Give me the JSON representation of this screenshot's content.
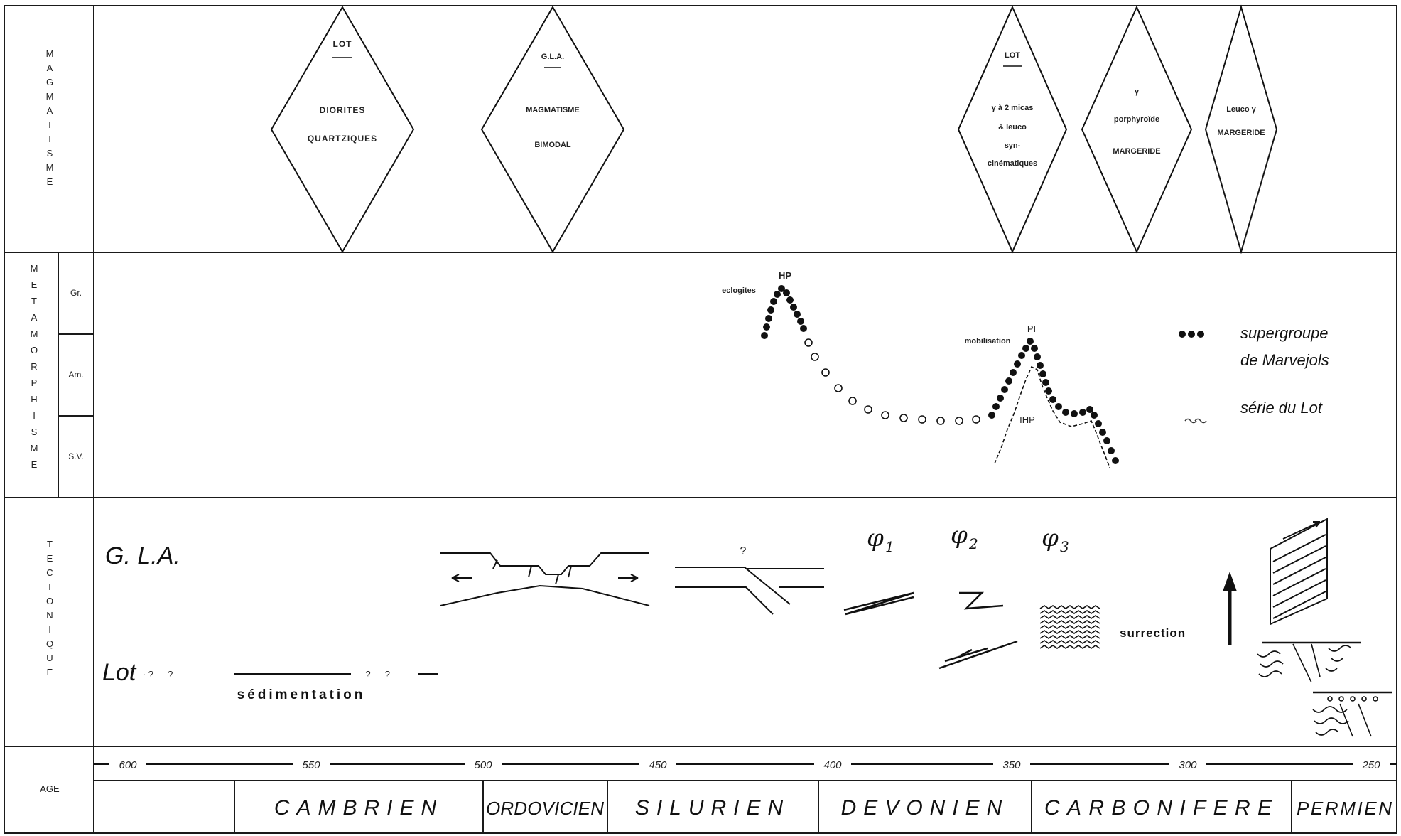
{
  "rows": {
    "magmatisme": "MAGMATISME",
    "metamorphisme": "METAMORPHISME",
    "tectonique": "TECTONIQUE",
    "age": "AGE"
  },
  "meta_grades": {
    "gr": "Gr.",
    "am": "Am.",
    "sv": "S.V."
  },
  "magmatism_events": [
    {
      "l1": "LOT",
      "l2": "DIORITES",
      "l3": "QUARTZIQUES"
    },
    {
      "l1": "G.L.A.",
      "l2": "MAGMATISME",
      "l3": "BIMODAL"
    },
    {
      "l1": "LOT",
      "l2": "γ à 2 micas",
      "l3": "& leuco",
      "l4": "syn-",
      "l5": "cinématiques"
    },
    {
      "l1": "γ",
      "l2": "porphyroïde",
      "l3": "MARGERIDE"
    },
    {
      "l1": "Leuco γ",
      "l2": "MARGERIDE"
    }
  ],
  "meta_labels": {
    "hp": "HP",
    "eclogites": "eclogites",
    "pi": "PI",
    "mobilisation": "mobilisation",
    "ihp": "IHP"
  },
  "legend": {
    "dots_line1": "supergroupe",
    "dots_line2": "de Marvejols",
    "dots_symbol": "•••",
    "tilde_label": "série du Lot",
    "tilde_symbol": "~~"
  },
  "tectonics": {
    "gla": "G. L.A.",
    "lot": "Lot",
    "q_short": "?",
    "lot_q_left": "· ? — ?",
    "lot_q_right": "? — ? —",
    "sedimentation": "sédimentation",
    "question": "?",
    "phi1": "φ",
    "phi1_sub": "1",
    "phi2": "φ",
    "phi2_sub": "2",
    "phi3": "φ",
    "phi3_sub": "3",
    "surrection": "surrection"
  },
  "ages": [
    "600",
    "550",
    "500",
    "450",
    "400",
    "350",
    "300",
    "250"
  ],
  "periods": [
    "CAMBRIEN",
    "ORDOVICIEN",
    "SILURIEN",
    "DEVONIEN",
    "CARBONIFERE",
    "PERMIEN"
  ]
}
